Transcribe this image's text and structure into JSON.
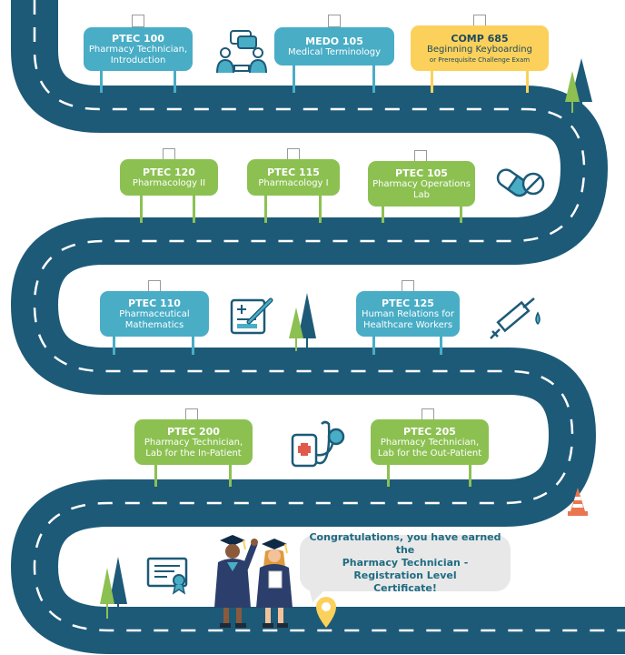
{
  "courses": [
    {
      "code": "PTEC 100",
      "lines": [
        "Pharmacy Technician,",
        "Introduction"
      ],
      "color": "blue"
    },
    {
      "code": "MEDO 105",
      "lines": [
        "Medical Terminology"
      ],
      "color": "blue"
    },
    {
      "code": "COMP 685",
      "lines": [
        "Beginning Keyboarding"
      ],
      "note": "or Prerequisite Challenge Exam",
      "color": "yellow"
    },
    {
      "code": "PTEC 120",
      "lines": [
        "Pharmacology II"
      ],
      "color": "green"
    },
    {
      "code": "PTEC 115",
      "lines": [
        "Pharmacology I"
      ],
      "color": "green"
    },
    {
      "code": "PTEC 105",
      "lines": [
        "Pharmacy Operations",
        "Lab"
      ],
      "color": "green"
    },
    {
      "code": "PTEC 110",
      "lines": [
        "Pharmaceutical",
        "Mathematics"
      ],
      "color": "blue"
    },
    {
      "code": "PTEC 125",
      "lines": [
        "Human Relations for",
        "Healthcare Workers"
      ],
      "color": "blue"
    },
    {
      "code": "PTEC 200",
      "lines": [
        "Pharmacy Technician,",
        "Lab for the In-Patient"
      ],
      "color": "green"
    },
    {
      "code": "PTEC 205",
      "lines": [
        "Pharmacy Technician,",
        "Lab for the Out-Patient"
      ],
      "color": "green"
    }
  ],
  "completion": {
    "line1": "Congratulations, you have earned the",
    "line2": "Pharmacy Technician - Registration Level",
    "line3": "Certificate!"
  },
  "colors": {
    "road": "#1d5a78",
    "blue": "#49adc6",
    "green": "#8cc152",
    "yellow": "#fbd15b",
    "dark": "#1f6b82"
  },
  "icons": [
    "discussion-icon",
    "pill-capsule-icon",
    "notepad-pen-icon",
    "syringe-icon",
    "blood-pressure-icon",
    "certificate-icon",
    "graduates-icon",
    "location-pin-icon",
    "tree-icon",
    "traffic-cone-icon"
  ]
}
